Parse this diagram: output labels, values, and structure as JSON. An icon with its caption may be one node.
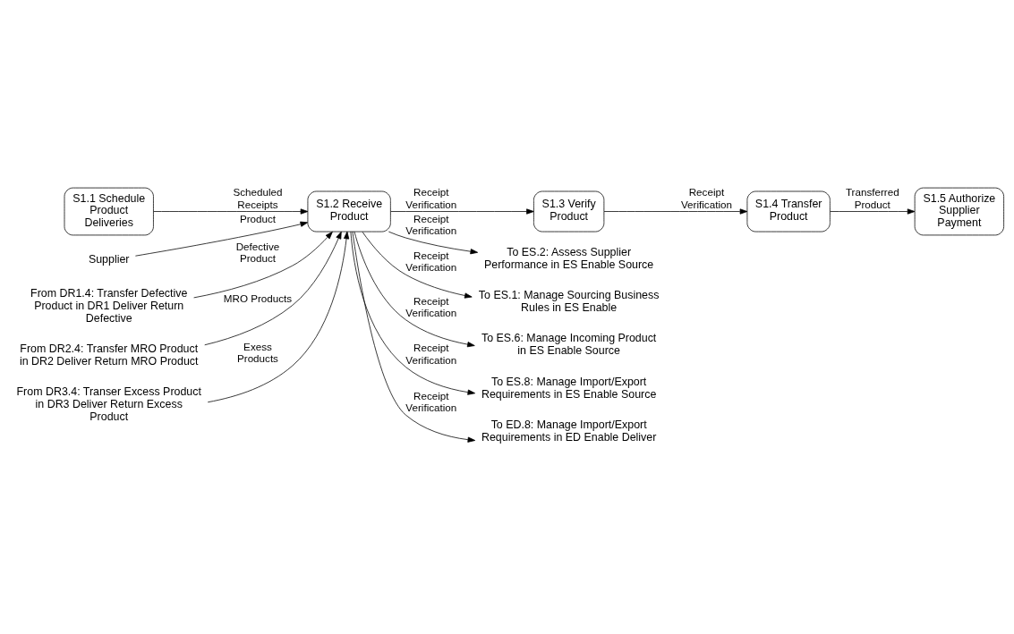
{
  "diagram": {
    "nodes": [
      {
        "text": [
          "S1.1 Schedule Product Deliveries"
        ]
      },
      {
        "text": [
          "S1.2 Receive Product"
        ]
      },
      {
        "text": [
          "S1.3 Verify Product"
        ]
      },
      {
        "text": [
          "S1.4 Transfer Product"
        ]
      },
      {
        "text": [
          "S1.5 Authorize Supplier Payment"
        ]
      },
      {
        "text": [
          "Supplier"
        ]
      },
      {
        "text": [
          "From DR1.4: Transfer Defective Product in DR1 Deliver Return Defective"
        ]
      },
      {
        "text": [
          "From DR2.4: Transfer MRO Product in DR2 Deliver Return MRO Product"
        ]
      },
      {
        "text": [
          "From DR3.4: Transer Excess Product in DR3 Deliver Return Excess Product"
        ]
      },
      {
        "text": [
          "To ES.2: Assess Supplier Performance in ES Enable Source"
        ]
      },
      {
        "text": [
          "To ES.1: Manage Sourcing Business Rules in ES Enable"
        ]
      },
      {
        "text": [
          "To ES.6: Manage Incoming Product in ES Enable Source"
        ]
      },
      {
        "text": [
          "To ES.8: Manage Import/Export Requirements in ES Enable Source"
        ]
      },
      {
        "text": [
          "To ED.8: Manage Import/Export Requirements in ED Enable Deliver"
        ]
      }
    ],
    "edges": [
      {
        "from": 0,
        "to": 1,
        "arrow": "to",
        "label": "Scheduled Receipts"
      },
      {
        "from": 1,
        "to": 2,
        "arrow": "to",
        "label": "Receipt Verification"
      },
      {
        "from": 2,
        "to": 3,
        "arrow": "to",
        "label": "Receipt Verification"
      },
      {
        "from": 3,
        "to": 4,
        "arrow": "to",
        "label": "Transferred Product"
      },
      {
        "from": 5,
        "to": 1,
        "arrow": "to",
        "label": "Product"
      },
      {
        "from": 6,
        "to": 1,
        "arrow": "to",
        "label": "Defective Product"
      },
      {
        "from": 7,
        "to": 1,
        "arrow": "to",
        "label": "MRO Products"
      },
      {
        "from": 8,
        "to": 1,
        "arrow": "to",
        "label": "Exess Products"
      },
      {
        "from": 1,
        "to": 9,
        "arrow": "to",
        "label": "Receipt Verification"
      },
      {
        "from": 1,
        "to": 10,
        "arrow": "to",
        "label": "Receipt Verification"
      },
      {
        "from": 1,
        "to": 11,
        "arrow": "to",
        "label": "Receipt Verification"
      },
      {
        "from": 1,
        "to": 12,
        "arrow": "to",
        "label": "Receipt Verification"
      },
      {
        "from": 1,
        "to": 13,
        "arrow": "to",
        "label": "Receipt Verification"
      }
    ]
  }
}
